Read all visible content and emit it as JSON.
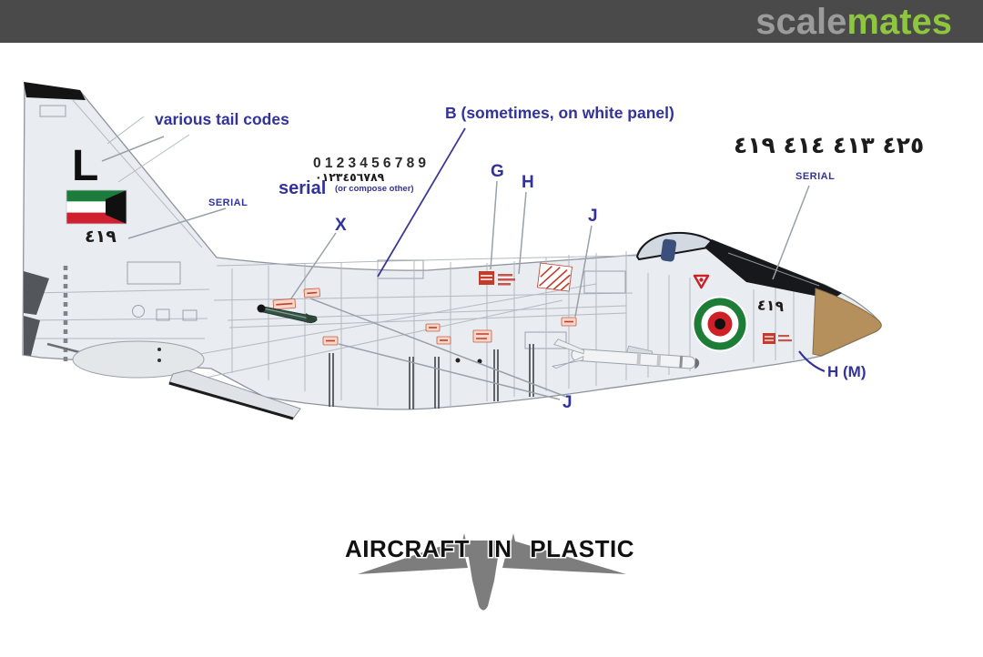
{
  "header": {
    "brand": {
      "part1": "scale",
      "part2": "mates"
    },
    "colors": {
      "bar_bg": "#4a4a4a",
      "part1_gray": "#9b9b9b",
      "part2_green": "#8ec63f"
    }
  },
  "artwork": {
    "labels": {
      "various_tail_codes": "various tail codes",
      "b_panel_note": "B (sometimes, on white panel)",
      "digits_latin": "0123456789",
      "digits_arabic": "٠١٢٣٤٥٦٧٨٩",
      "serial_word": "serial",
      "serial_qualifier": "(or compose other)",
      "serial_caps_left": "SERIAL",
      "serial_caps_right": "SERIAL",
      "x": "X",
      "g": "G",
      "h": "H",
      "j_upper": "J",
      "j_lower": "J",
      "h_m": "H (M)"
    },
    "aircraft": {
      "tail_code_letter": "L",
      "tail_serial_arabic": "٤١٩",
      "fuselage_serial_arabic": "٤١٩",
      "serial_options_arabic": "٤٢٥ ٤١٣ ٤١٤ ٤١٩"
    },
    "colors": {
      "label_blue": "#32329b",
      "airframe_fill": "#e9ecf0",
      "panel_line_gray": "#a9b0b9",
      "roundel_green": "#1d7c35",
      "roundel_red": "#cd2027",
      "flag_green": "#1b7c3b",
      "flag_red": "#cf2030",
      "nose_tan": "#b5905c",
      "stencil_red": "#c23b2c",
      "canopy_black": "#16181b"
    }
  },
  "footer": {
    "brand": "AIRCRAFT IN PLASTIC"
  }
}
